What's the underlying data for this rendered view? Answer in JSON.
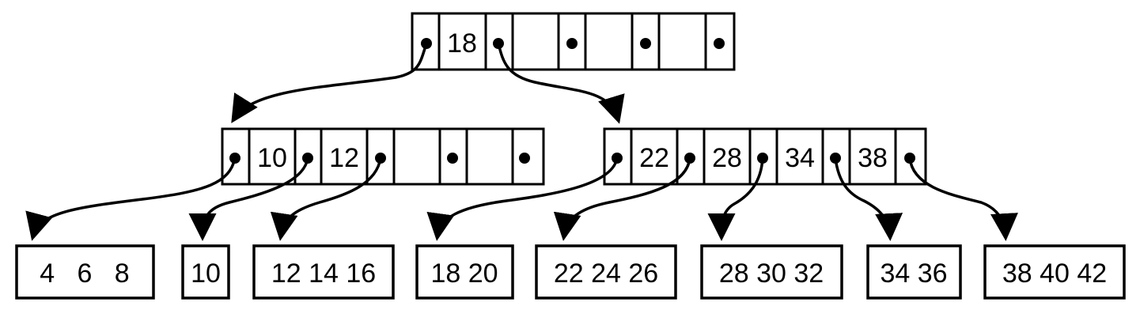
{
  "tree": {
    "root": {
      "keys": [
        "18",
        "",
        "",
        ""
      ]
    },
    "internal": [
      {
        "keys": [
          "10",
          "12",
          "",
          ""
        ]
      },
      {
        "keys": [
          "22",
          "28",
          "34",
          "38"
        ]
      }
    ],
    "leaves": [
      {
        "text": "4   6   8"
      },
      {
        "text": "10"
      },
      {
        "text": "12 14 16"
      },
      {
        "text": "18 20"
      },
      {
        "text": "22 24 26"
      },
      {
        "text": "28 30 32"
      },
      {
        "text": "34 36"
      },
      {
        "text": "38 40 42"
      }
    ]
  }
}
